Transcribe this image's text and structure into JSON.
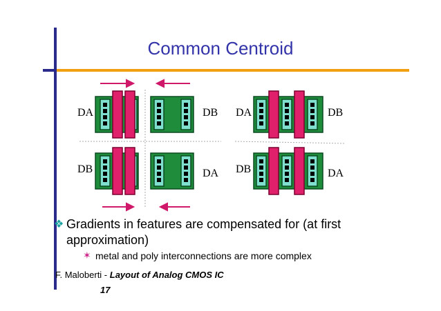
{
  "slide": {
    "title": "Common Centroid",
    "cells": {
      "tl_left": "DA",
      "tl_right": "DB",
      "bl_left": "DB",
      "bl_right": "DA",
      "tr_left": "DA",
      "tr_right": "DB",
      "br_left": "DB",
      "br_right": "DA"
    },
    "bullet": "Gradients in features are compensated for (at first approximation)",
    "sub_bullet": "metal and poly interconnections are more complex",
    "footer_author": "F. Maloberti - ",
    "footer_title": "Layout of Analog CMOS IC",
    "page_number": "17",
    "colors": {
      "title": "#3333aa",
      "gate": "#e0206a",
      "diffusion": "#1e8c3a",
      "contact": "#000000",
      "arrow": "#d0186a",
      "frame": "#2a2a8a",
      "accent": "#f0a010"
    }
  }
}
